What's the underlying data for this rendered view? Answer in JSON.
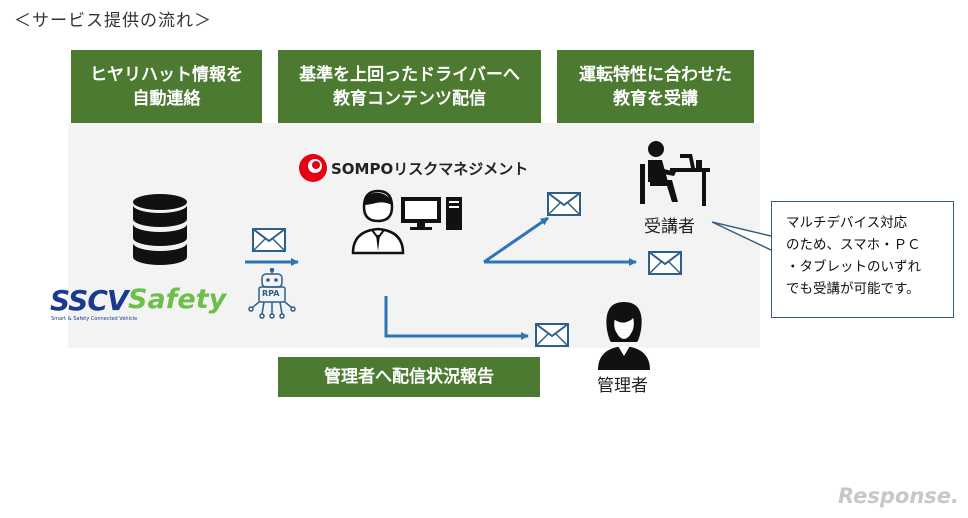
{
  "title": "＜サービス提供の流れ＞",
  "steps": [
    {
      "line1": "ヒヤリハット情報を",
      "line2": "自動連絡"
    },
    {
      "line1": "基準を上回ったドライバーへ",
      "line2": "教育コンテンツ配信"
    },
    {
      "line1": "運転特性に合わせた",
      "line2": "教育を受講"
    }
  ],
  "report_label": "管理者へ配信状況報告",
  "sompo_logo_text": "SOMPOリスクマネジメント",
  "sscv_logo": {
    "text": "SSCV",
    "sub": "Smart & Safety Connected Vehicle"
  },
  "safety_text": "Safety",
  "rpa_label": "RPA",
  "trainee_label": "受講者",
  "manager_label": "管理者",
  "note_lines": [
    "マルチデバイス対応",
    "のため、スマホ・ＰＣ",
    "・タブレットのいずれ",
    "でも受講が可能です。"
  ],
  "watermark": "Response.",
  "colors": {
    "green": "#4b7a30",
    "arrow": "#2e75b6",
    "note_border": "#3a5d86",
    "safety": "#6cc04a",
    "sscv": "#1b3a8c"
  },
  "icons": [
    "database-icon",
    "envelope-icon",
    "robot-icon",
    "worker-icon",
    "computer-icon",
    "desk-person-icon",
    "woman-icon",
    "sompo-logo-icon"
  ]
}
